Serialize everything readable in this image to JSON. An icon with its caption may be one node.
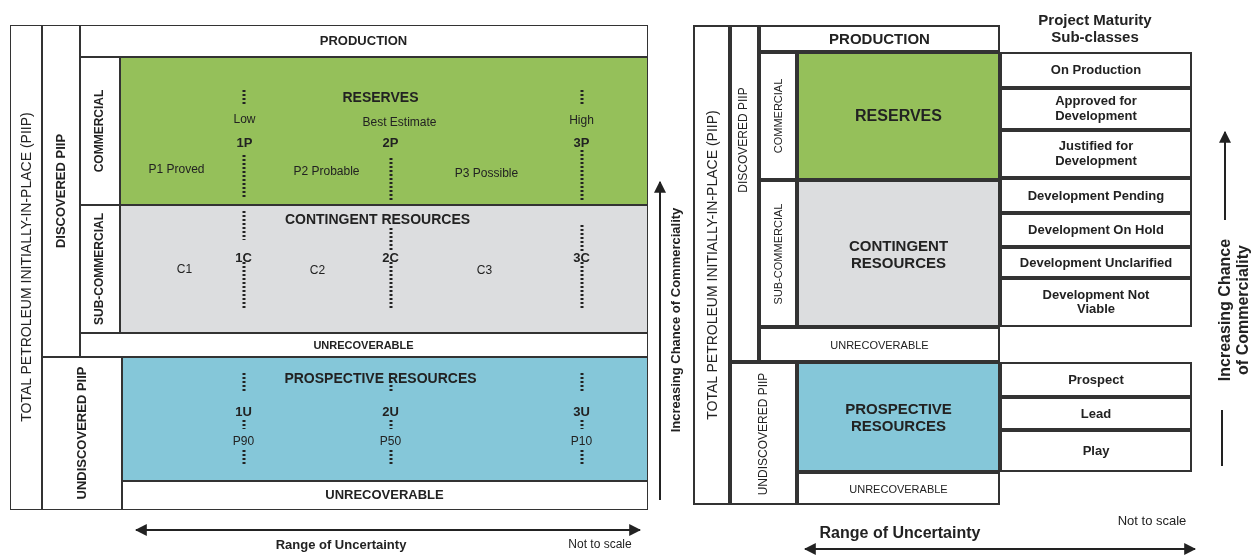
{
  "diagram": {
    "nodes": [
      {
        "text": [
          "TOTAL PETROLEUM INITIALLY-IN-PLACE (PIIP)"
        ]
      },
      {
        "text": [
          "DISCOVERED PIIP"
        ]
      },
      {
        "text": [
          "PRODUCTION"
        ]
      },
      {
        "text": [
          "COMMERCIAL"
        ]
      },
      {
        "text": [
          "RESERVES",
          "Low",
          "Best Estimate",
          "High",
          "1P",
          "2P",
          "3P",
          "P1 Proved",
          "P2 Probable",
          "P3 Possible"
        ]
      },
      {
        "text": [
          "SUB-COMMERCIAL"
        ]
      },
      {
        "text": [
          "CONTINGENT RESOURCES",
          "C1",
          "1C",
          "C2",
          "2C",
          "C3",
          "3C"
        ]
      },
      {
        "text": [
          "UNRECOVERABLE"
        ]
      },
      {
        "text": [
          "UNDISCOVERED PIIP"
        ]
      },
      {
        "text": [
          "PROSPECTIVE RESOURCES",
          "1U",
          "P90",
          "2U",
          "P50",
          "3U",
          "P10"
        ]
      },
      {
        "text": [
          "UNRECOVERABLE"
        ]
      },
      {
        "text": [
          "TOTAL PETROLEUM INITIALLY-IN-PLACE (PIIP)"
        ]
      },
      {
        "text": [
          "DISCOVERED PIIP"
        ]
      },
      {
        "text": [
          "PRODUCTION"
        ]
      },
      {
        "text": [
          "COMMERCIAL"
        ]
      },
      {
        "text": [
          "RESERVES"
        ]
      },
      {
        "text": [
          "SUB-COMMERCIAL"
        ]
      },
      {
        "text": [
          "CONTINGENT RESOURCES"
        ]
      },
      {
        "text": [
          "UNRECOVERABLE"
        ]
      },
      {
        "text": [
          "UNDISCOVERED PIIP"
        ]
      },
      {
        "text": [
          "PROSPECTIVE RESOURCES"
        ]
      },
      {
        "text": [
          "UNRECOVERABLE"
        ]
      },
      {
        "text": [
          "On Production"
        ]
      },
      {
        "text": [
          "Approved for Development"
        ]
      },
      {
        "text": [
          "Justified for Development"
        ]
      },
      {
        "text": [
          "Development Pending"
        ]
      },
      {
        "text": [
          "Development On Hold"
        ]
      },
      {
        "text": [
          "Development Unclarified"
        ]
      },
      {
        "text": [
          "Development Not Viable"
        ]
      },
      {
        "text": [
          "Prospect"
        ]
      },
      {
        "text": [
          "Lead"
        ]
      },
      {
        "text": [
          "Play"
        ]
      }
    ],
    "labels": [
      "Increasing Chance of Commerciality",
      "Range of Uncertainty",
      "Not to scale",
      "Project Maturity Sub-classes",
      "Increasing Chance of Commerciality",
      "Range of Uncertainty",
      "Not to scale"
    ]
  }
}
